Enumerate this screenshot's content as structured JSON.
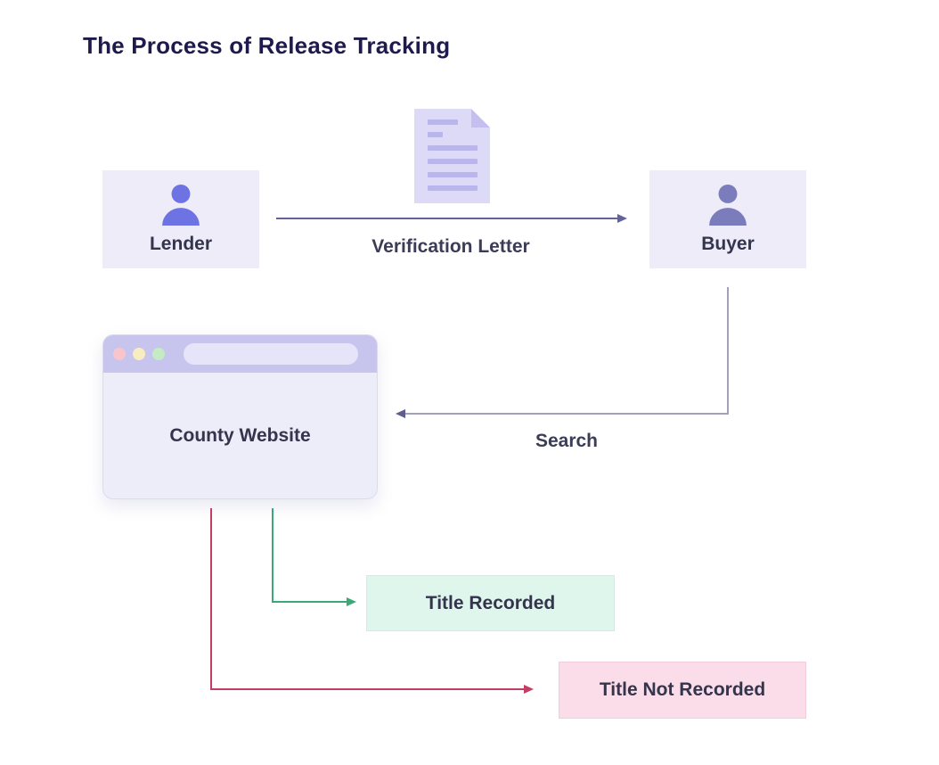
{
  "title": "The Process of Release Tracking",
  "nodes": {
    "lender": {
      "label": "Lender",
      "icon": "person-icon"
    },
    "buyer": {
      "label": "Buyer",
      "icon": "person-icon"
    },
    "county_website": {
      "label": "County Website",
      "icon": "browser-window"
    },
    "title_recorded": {
      "label": "Title Recorded"
    },
    "title_not_recorded": {
      "label": "Title Not Recorded"
    }
  },
  "edges": {
    "verification_letter": {
      "label": "Verification Letter",
      "from": "lender",
      "to": "buyer",
      "icon": "document-icon"
    },
    "search": {
      "label": "Search",
      "from": "buyer",
      "to": "county_website"
    },
    "recorded": {
      "label": "",
      "from": "county_website",
      "to": "title_recorded"
    },
    "not_recorded": {
      "label": "",
      "from": "county_website",
      "to": "title_not_recorded"
    }
  },
  "colors": {
    "title-text": "#1f1a4e",
    "label-text": "#34344d",
    "edge-label-text": "#3c3c57",
    "node-bg": "#edecf8",
    "lender-icon": "#6d73e2",
    "buyer-icon": "#7b7cbb",
    "document-page": "#dcdaf7",
    "document-lines": "#b9b6ee",
    "document-fold": "#c3c0ef",
    "arrow-primary": "#63639a",
    "search-line": "#a2a0bc",
    "search-head": "#5f5f8c",
    "arrow-success": "#3aa878",
    "arrow-danger": "#c43d63",
    "browser-bar": "#c7c5ee",
    "browser-body": "#ededfa",
    "browser-address": "#e6e4f9",
    "browser-border": "#dcdaf0",
    "dot-red": "#f8c5cd",
    "dot-yellow": "#f8edc0",
    "dot-green": "#c4ebc4",
    "success-bg": "#def6eb",
    "danger-bg": "#fadde8"
  }
}
